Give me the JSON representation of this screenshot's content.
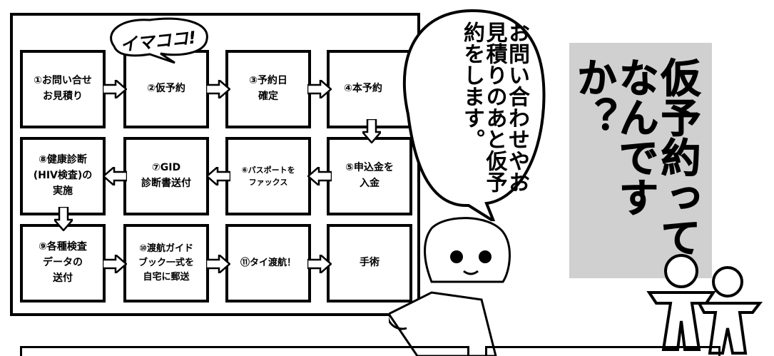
{
  "steps": [
    {
      "id": "s1",
      "text": "①お問い合せ\nお見積り"
    },
    {
      "id": "s2",
      "text": "②仮予約"
    },
    {
      "id": "s3",
      "text": "③予約日\n確定"
    },
    {
      "id": "s4",
      "text": "④本予約"
    },
    {
      "id": "s5",
      "text": "⑤申込金を\n入金"
    },
    {
      "id": "s6",
      "text": "⑥パスポートを\nファックス"
    },
    {
      "id": "s7",
      "text": "⑦GID\n診断書送付"
    },
    {
      "id": "s8",
      "text": "⑧健康診断\n(HIV検査)の\n実施"
    },
    {
      "id": "s9",
      "text": "⑨各種検査\nデータの\n送付"
    },
    {
      "id": "s10",
      "text": "⑩渡航ガイド\nブック一式を\n自宅に郵送"
    },
    {
      "id": "s11",
      "text": "⑪タイ渡航！"
    },
    {
      "id": "s12",
      "text": "手術"
    }
  ],
  "callout_small": "イマココ!",
  "speech_bubble": "お問い合わせやお見積りのあと仮予約をします。",
  "title": "仮予約ってなんですか？",
  "colors": {
    "ink": "#000000",
    "panel_gray": "#d0d0d0",
    "paper": "#ffffff"
  }
}
